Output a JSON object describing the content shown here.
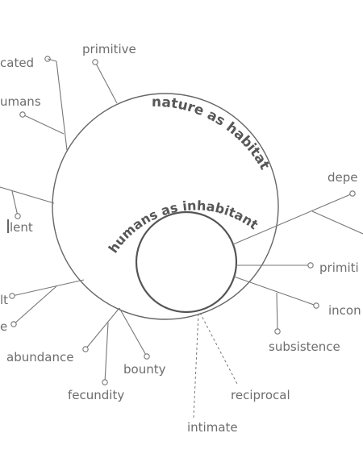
{
  "outer_circle": {
    "label": "nature as habitat"
  },
  "inner_circle": {
    "label": "humans as inhabitants"
  },
  "labels": {
    "primitive_top": "primitive",
    "cated": "cated",
    "umans": "umans",
    "lent": "lent",
    "lt": "lt",
    "e": "e",
    "abundance": "abundance",
    "bounty": "bounty",
    "fecundity": "fecundity",
    "intimate": "intimate",
    "reciprocal": "reciprocal",
    "subsistence": "subsistence",
    "incon": "incon",
    "primiti": "primiti",
    "depe": "depe"
  },
  "colors": {
    "line": "#777777",
    "text": "#6d6d6d",
    "arc_text": "#575757"
  }
}
